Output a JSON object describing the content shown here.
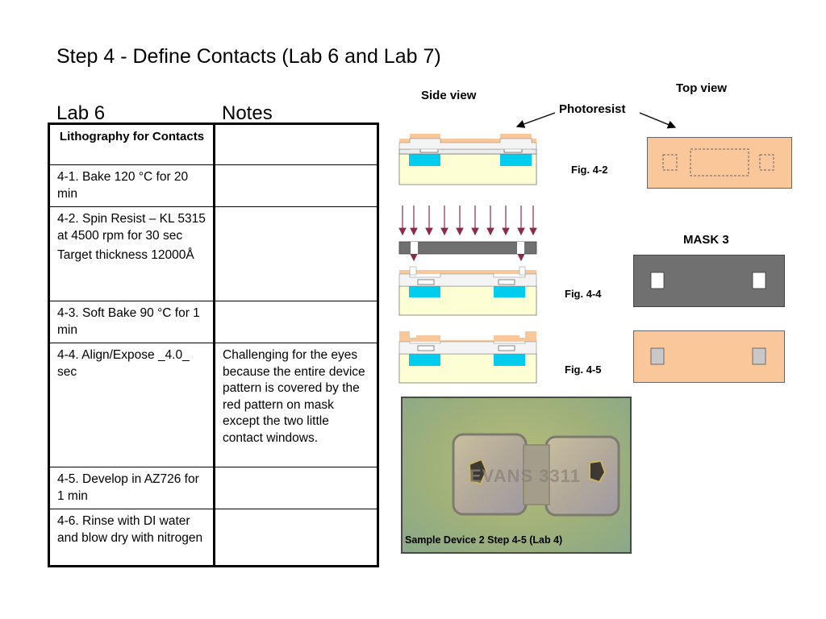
{
  "title": "Step 4 - Define Contacts (Lab 6 and Lab 7)",
  "columns": {
    "lab": "Lab 6",
    "notes": "Notes"
  },
  "table": {
    "header": "Lithography for Contacts",
    "rows": [
      {
        "step": "4-1. Bake 120 °C for 20 min",
        "note": ""
      },
      {
        "step": "4-2. Spin Resist – KL 5315 at 4500 rpm for 30 sec",
        "extra": "Target thickness 12000Å",
        "note": ""
      },
      {
        "step": "4-3. Soft Bake 90 °C for 1 min",
        "note": ""
      },
      {
        "step": "4-4. Align/Expose _4.0_ sec",
        "note": "Challenging for the eyes because the entire device pattern is covered by the red pattern on mask except the two little contact windows."
      },
      {
        "step": "4-5. Develop in AZ726 for 1 min",
        "note": ""
      },
      {
        "step": "4-6. Rinse with DI water and blow dry with nitrogen",
        "note": ""
      }
    ]
  },
  "labels": {
    "side_view": "Side view",
    "top_view": "Top view",
    "photoresist": "Photoresist",
    "mask": "MASK 3",
    "fig_2": "Fig. 4-2",
    "fig_4": "Fig. 4-4",
    "fig_5": "Fig. 4-5"
  },
  "photo": {
    "caption": "Sample Device 2 Step 4-5 (Lab 4)",
    "overlay_text": "EVANS 3311"
  },
  "colors": {
    "photoresist": "#f9c799",
    "substrate": "#fefed4",
    "well": "#00ccee",
    "oxide": "#ececec",
    "mask_dark": "#707070",
    "arrow": "#8b2a4a"
  }
}
